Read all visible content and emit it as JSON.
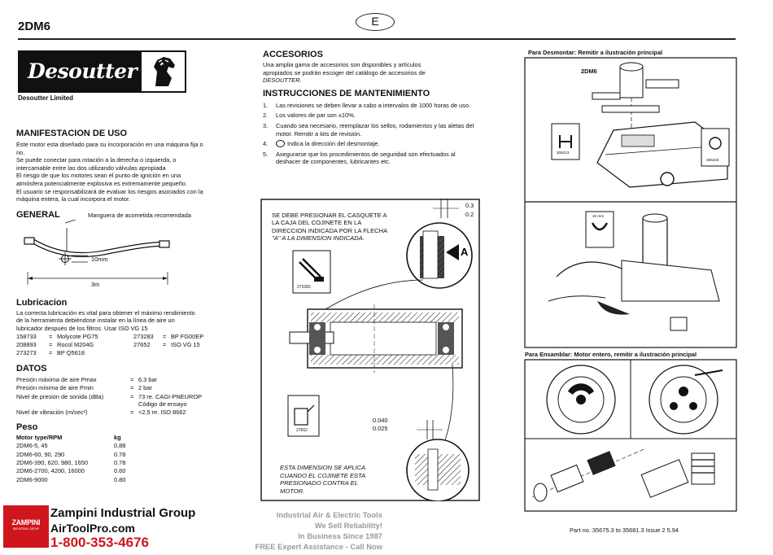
{
  "header": {
    "model": "2DM6",
    "page_letter": "E"
  },
  "logo": {
    "brand": "Desoutter",
    "company": "Desoutter Limited"
  },
  "sections": {
    "manifestacion": {
      "title": "MANIFESTACION DE USO",
      "lines": [
        "Este motor esta diseñado para su incorporación en una máquina fija o",
        "no.",
        "Se puede conectar para rotación a la derecha o izquierda, o",
        "intercamable entre las dos utilizando válvulas apropiada",
        "El riesgo de que los motores sean el punto de ignición en una",
        "atmósfera potencialmente explosiva es extremamente pequeño.",
        "El usuario se responsabilizará de evaluar los riesgos asociados con la",
        "máquina entera, la cual incorpora el motor."
      ]
    },
    "general": {
      "title": "GENERAL",
      "hose_label": "Manguera de acometida recomendada",
      "dim_diameter": "10mm",
      "dim_length": "3m"
    },
    "lubricacion": {
      "title": "Lubricacion",
      "lines": [
        "La correcta lubricación es vital para obtener el máximo rendimiento",
        "de la herramienta debiéndose instalar en la línea de aire un",
        "lubricador después de los filtros. Usar ISO VG 15"
      ],
      "rows": [
        {
          "code": "158733",
          "name": "Molycote PG75",
          "code2": "273283",
          "name2": "BP FG00EP"
        },
        {
          "code": "208893",
          "name": "Rocol M204G",
          "code2": "27652",
          "name2": "ISO VG 15"
        },
        {
          "code": "273273",
          "name": "BP Q5618",
          "code2": "",
          "name2": ""
        }
      ]
    },
    "datos": {
      "title": "DATOS",
      "rows": [
        {
          "label": "Presión máxima de aire Pmax",
          "value": "6.3 bar",
          "note": ""
        },
        {
          "label": "Presión mínima de aire Pmin",
          "value": "2 bar",
          "note": ""
        },
        {
          "label": "Nivel de presión de sonida (dBa)",
          "value": "73 re. CAGI-PNEUROP",
          "note": "Código de ensayo"
        },
        {
          "label": "Nivel de vibración (m/sec²)",
          "value": "<2,5 re. ISO 8662",
          "note": ""
        }
      ]
    },
    "peso": {
      "title": "Peso",
      "col1": "Motor type/RPM",
      "col2": "kg",
      "rows": [
        {
          "type": "2DM6-5, 45",
          "kg": "0.88"
        },
        {
          "type": "2DM6-60, 90, 290",
          "kg": "0.78"
        },
        {
          "type": "2DM6-390, 620, 980, 1650",
          "kg": "0.78"
        },
        {
          "type": "2DM6-2700, 4200, 16000",
          "kg": "0.60"
        },
        {
          "type": "2DM6-9000",
          "kg": "0.80"
        }
      ]
    },
    "accesorios": {
      "title": "ACCESORIOS",
      "lines": [
        "Una amplia gama de accesorios son disponibles y artículos",
        "apropiados se podrán escoger del catálogo de accesorios de",
        "DESOUTTER."
      ]
    },
    "mantenimiento": {
      "title": "INSTRUCCIONES DE MANTENIMIENTO",
      "items": [
        {
          "n": "1.",
          "text": "Las revisiones se deben llevar a cabo a intervalos de 1000 horas de uso."
        },
        {
          "n": "2.",
          "text": "Los valores de par son ±10%."
        },
        {
          "n": "3.",
          "text": "Cuando sea necesario, reemplazar los sellos, rodamientos y las aletas del motor. Remitir a kits de revisión."
        },
        {
          "n": "4.",
          "text": "Indica la dirección del desmontaje."
        },
        {
          "n": "5.",
          "text": "Asegurarse que los procedimientos de seguridad son efectuados al deshacer de componentes, lubricantes etc."
        }
      ]
    }
  },
  "center_figure": {
    "note_top": [
      "SE DEBE PRESIONAR EL CASQUETE A",
      "LA CAJA DEL COJINETE EN LA",
      "DIRECCION INDICADA POR LA FLECHA",
      "\"A\" A LA DIMENSION INDICADA."
    ],
    "dim_top": [
      "0.3",
      "0.2"
    ],
    "arrow_label": "A",
    "part_a": "273283",
    "part_b": "27662",
    "dim_bottom": [
      "0.040",
      "0.025"
    ],
    "note_bottom": [
      "ESTA DIMENSION SE APLICA",
      "CUANDO EL COJINETE ESTA",
      "PRESIONADO CONTRA EL",
      "MOTOR."
    ]
  },
  "right_figures": {
    "desmontar_caption": "Para Desmontar: Remitir a ilustración principal",
    "model_label": "2DM6",
    "part_left": "306313",
    "part_right": "306333",
    "wrench_label": "46 mm",
    "ensamblar_caption": "Para Ensamblar: Motor entero, remitir a ilustración principal"
  },
  "footer": {
    "zampini_logo": "ZAMPINI",
    "zampini_logo_sub": "INDUSTRIAL GROUP",
    "name": "Zampini Industrial Group",
    "web": "AirToolPro.com",
    "phone": "1-800-353-4676",
    "taglines": [
      "Industrial Air & Electric Tools",
      "We Sell Reliability!",
      "In Business Since 1987",
      "FREE Expert Assistance - Call Now"
    ],
    "part_no": "Part no. 35675.3 to 35681.3  Issue 2  5.94"
  },
  "colors": {
    "ink": "#111111",
    "zampini_red": "#d0161d",
    "tagline_grey": "#9a9a9a"
  }
}
